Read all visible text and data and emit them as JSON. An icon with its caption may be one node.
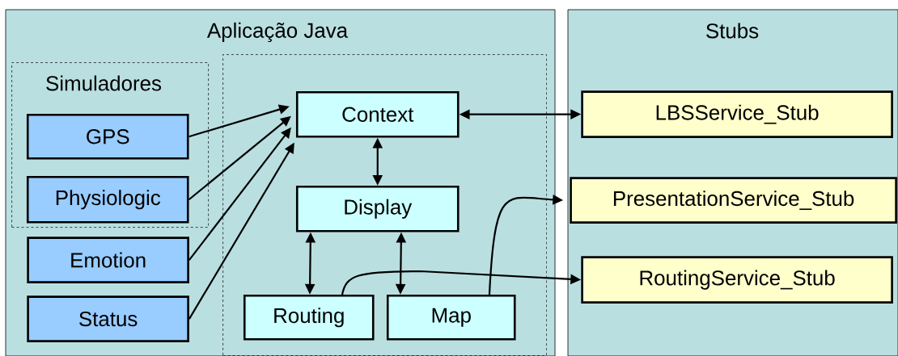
{
  "diagram": {
    "nodes": [
      {
        "text": [
          "Aplicação Java"
        ]
      },
      {
        "text": [
          "Simuladores"
        ],
        "in": 0
      },
      {
        "text": [
          "GPS"
        ],
        "in": 1
      },
      {
        "text": [
          "Physiologic"
        ],
        "in": 1
      },
      {
        "text": [
          "Emotion"
        ],
        "in": 0
      },
      {
        "text": [
          "Status"
        ],
        "in": 0
      },
      {
        "text": [],
        "shape": "box",
        "in": 0
      },
      {
        "text": [
          "Context"
        ],
        "in": 6
      },
      {
        "text": [
          "Display"
        ],
        "in": 6
      },
      {
        "text": [
          "Routing"
        ],
        "in": 6
      },
      {
        "text": [
          "Map"
        ],
        "in": 6
      },
      {
        "text": [
          "Stubs"
        ]
      },
      {
        "text": [
          "LBSService_Stub"
        ],
        "in": 11
      },
      {
        "text": [
          "PresentationService_Stub"
        ],
        "in": 11
      },
      {
        "text": [
          "RoutingService_Stub"
        ],
        "in": 11
      }
    ],
    "edges": [
      {
        "from": 2,
        "to": 7,
        "arrow": "to"
      },
      {
        "from": 3,
        "to": 7,
        "arrow": "to"
      },
      {
        "from": 4,
        "to": 7,
        "arrow": "to"
      },
      {
        "from": 5,
        "to": 7,
        "arrow": "to"
      },
      {
        "from": 7,
        "to": 12,
        "arrow": "both"
      },
      {
        "from": 7,
        "to": 8,
        "arrow": "both"
      },
      {
        "from": 8,
        "to": 9,
        "arrow": "both"
      },
      {
        "from": 8,
        "to": 10,
        "arrow": "both"
      },
      {
        "from": 10,
        "to": 13,
        "arrow": "to"
      },
      {
        "from": 9,
        "to": 14,
        "arrow": "to"
      }
    ]
  }
}
